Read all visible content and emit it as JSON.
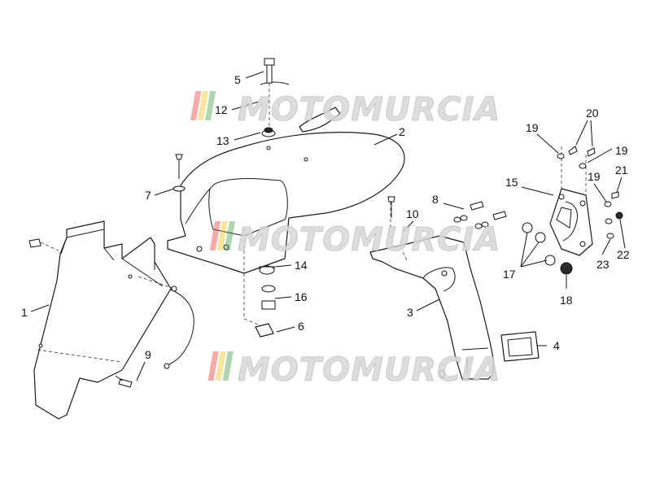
{
  "watermark": {
    "text": "MOTOMURCIA",
    "stripe_colors": [
      "#e53935",
      "#f2c31b",
      "#43a047"
    ]
  },
  "callouts": {
    "c1": "1",
    "c2": "2",
    "c3": "3",
    "c4": "4",
    "c5": "5",
    "c6": "6",
    "c7": "7",
    "c8": "8",
    "c9": "9",
    "c10": "10",
    "c12": "12",
    "c13": "13",
    "c14": "14",
    "c15": "15",
    "c16": "16",
    "c17": "17",
    "c18": "18",
    "c19a": "19",
    "c19b": "19",
    "c19c": "19",
    "c20": "20",
    "c21": "21",
    "c22": "22",
    "c23": "23"
  }
}
